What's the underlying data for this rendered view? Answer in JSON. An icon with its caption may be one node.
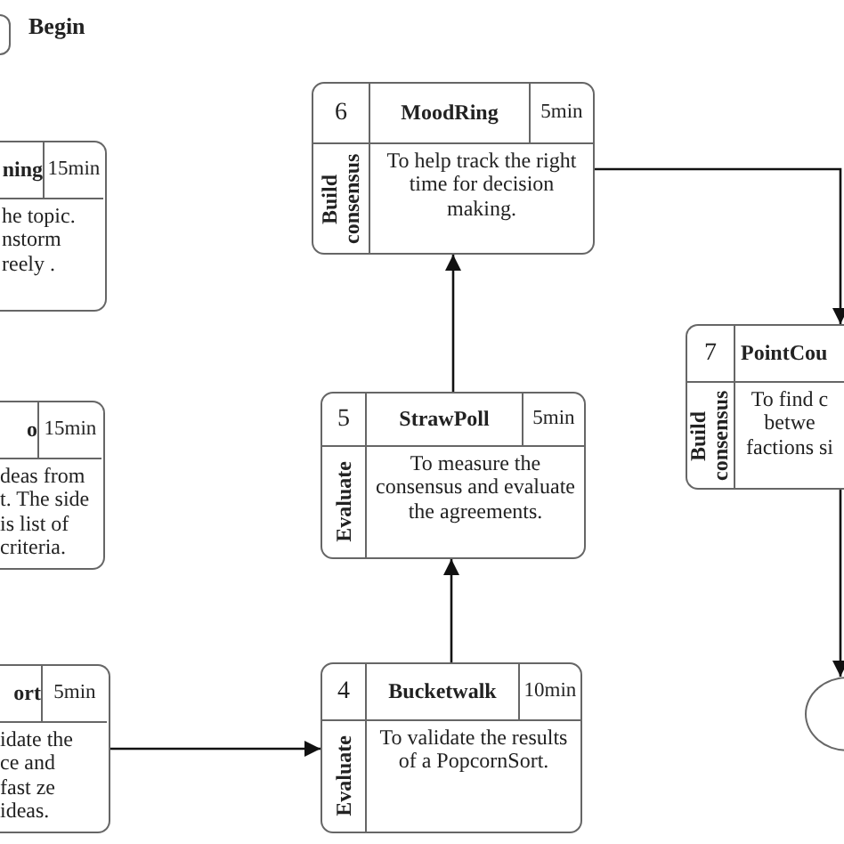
{
  "diagram": {
    "nodes": [
      {
        "text": [],
        "shape": "circle",
        "beside": [
          "Begin"
        ]
      },
      {
        "text": [
          "ning",
          "15min",
          "he topic. nstorm reely ."
        ]
      },
      {
        "text": [
          "o",
          "15min",
          "deas from t. The side is list of criteria."
        ]
      },
      {
        "text": [
          "ort",
          "5min",
          "idate the ce and fast ze ideas."
        ]
      },
      {
        "text": [
          "4",
          "Bucketwalk",
          "10min",
          "Evaluate",
          "To validate the results of a PopcornSort."
        ]
      },
      {
        "text": [
          "5",
          "StrawPoll",
          "5min",
          "Evaluate",
          "To measure the consensus and evaluate the agreements."
        ]
      },
      {
        "text": [
          "6",
          "MoodRing",
          "5min",
          "Build consensus",
          "To help track the right time for decision making."
        ]
      },
      {
        "text": [
          "7",
          "PointCou",
          "Build consensus",
          "To find c betwe factions si"
        ]
      },
      {
        "text": [],
        "shape": "circle"
      }
    ],
    "edges": [
      {
        "from": 3,
        "to": 4,
        "arrow": "to"
      },
      {
        "from": 4,
        "to": 5,
        "arrow": "to"
      },
      {
        "from": 5,
        "to": 6,
        "arrow": "to"
      },
      {
        "from": 6,
        "to": 7,
        "arrow": "to"
      },
      {
        "from": 7,
        "to": 8,
        "arrow": "to"
      }
    ]
  }
}
